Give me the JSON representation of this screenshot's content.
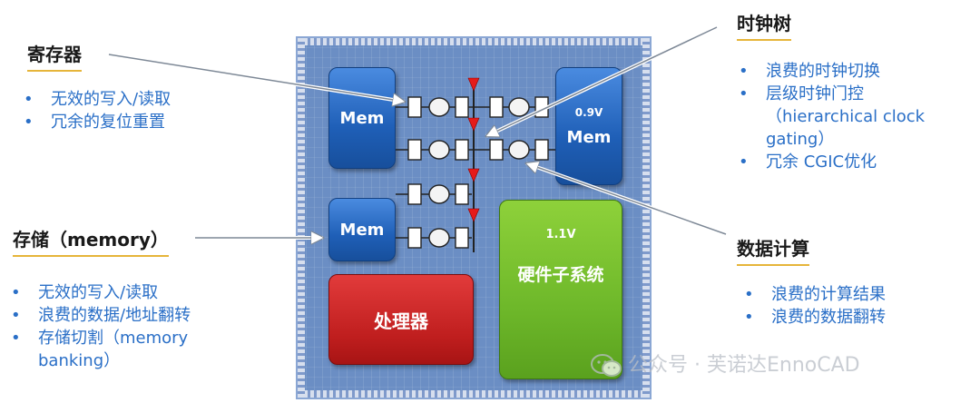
{
  "colors": {
    "title_text": "#1a1a1a",
    "bullet_text": "#2a6fc7",
    "memory_block": "#1f5fb7",
    "processor_block": "#bf1e1e",
    "hardware_block": "#6eb82a",
    "chip_background": "#6b8ec4",
    "clock_buffer": "#e51b1b"
  },
  "register_section": {
    "title": "寄存器",
    "items": [
      "无效的写入/读取",
      "冗余的复位重置"
    ]
  },
  "memory_section": {
    "title": "存储（memory）",
    "items": [
      "无效的写入/读取",
      "浪费的数据/地址翻转",
      "存储切割（memory banking）"
    ]
  },
  "clock_tree_section": {
    "title": "时钟树",
    "items": [
      "浪费的时钟切换",
      "层级时钟门控（hierarchical clock gating）",
      "冗余 CGIC优化"
    ]
  },
  "data_compute_section": {
    "title": "数据计算",
    "items": [
      "浪费的计算结果",
      "浪费的数据翻转"
    ]
  },
  "chip": {
    "mem_label": "Mem",
    "mem_voltage": "0.9V",
    "processor_label": "处理器",
    "hardware_voltage": "1.1V",
    "hardware_label": "硬件子系统"
  },
  "watermark": {
    "icon": "wechat-icon",
    "text": "公众号 · 芙诺达EnnoCAD"
  }
}
